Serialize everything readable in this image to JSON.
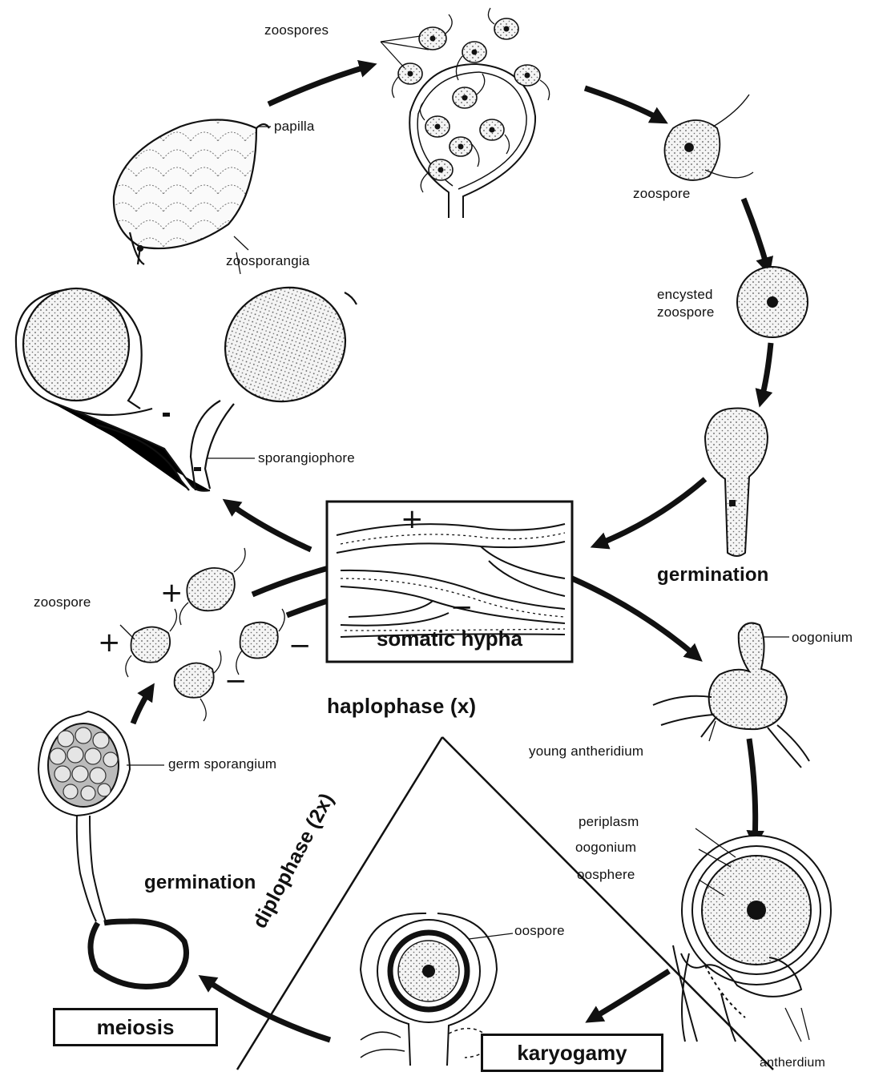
{
  "labels": {
    "zoospores": "zoospores",
    "papilla": "papilla",
    "zoospore_top": "zoospore",
    "encysted_1": "encysted",
    "encysted_2": "zoospore",
    "zoosporangia": "zoosporangia",
    "sporangiophore": "sporangiophore",
    "germination_right": "germination",
    "somatic_hypha": "somatic hypha",
    "zoospore_left": "zoospore",
    "oogonium_top": "oogonium",
    "haplophase": "haplophase (x)",
    "young_antheridium": "young antheridium",
    "germ_sporangium": "germ sporangium",
    "diplophase": "diplophase (2x)",
    "periplasm": "periplasm",
    "oogonium_mid": "oogonium",
    "oosphere": "oosphere",
    "germination_left": "germination",
    "oospore": "oospore",
    "meiosis": "meiosis",
    "karyogamy": "karyogamy",
    "antherdium": "antherdium"
  },
  "signs": {
    "plus": "+",
    "minus": "−"
  }
}
